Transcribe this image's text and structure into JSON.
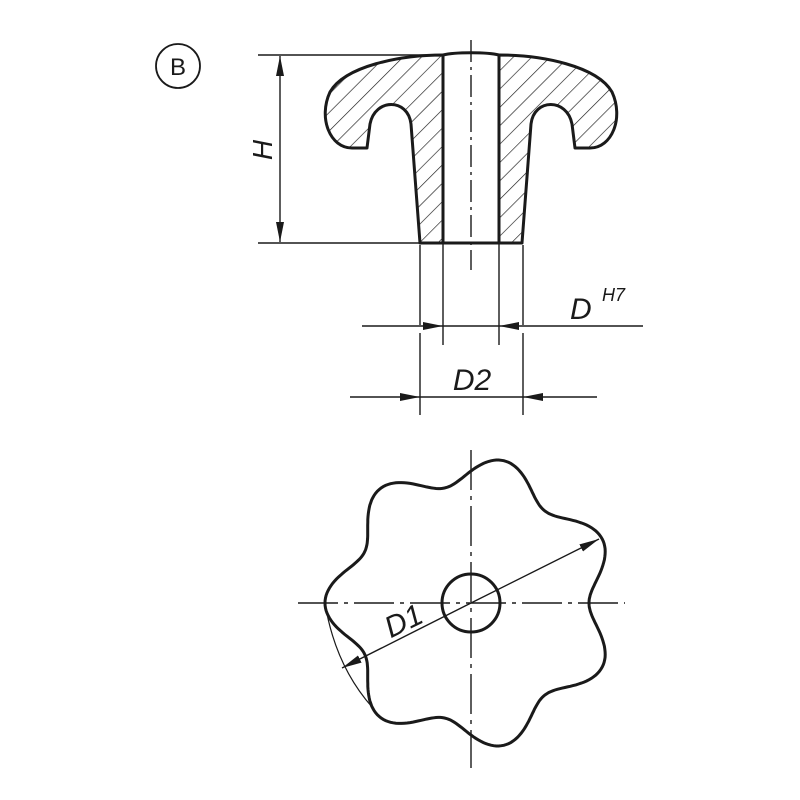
{
  "view_label": "B",
  "dimensions": {
    "height": "H",
    "bore": "D",
    "bore_tolerance": "H7",
    "hub_diameter": "D2",
    "outer_diameter": "D1"
  },
  "star_lobes": 7,
  "colors": {
    "line": "#1a1a1a",
    "background": "#ffffff"
  }
}
